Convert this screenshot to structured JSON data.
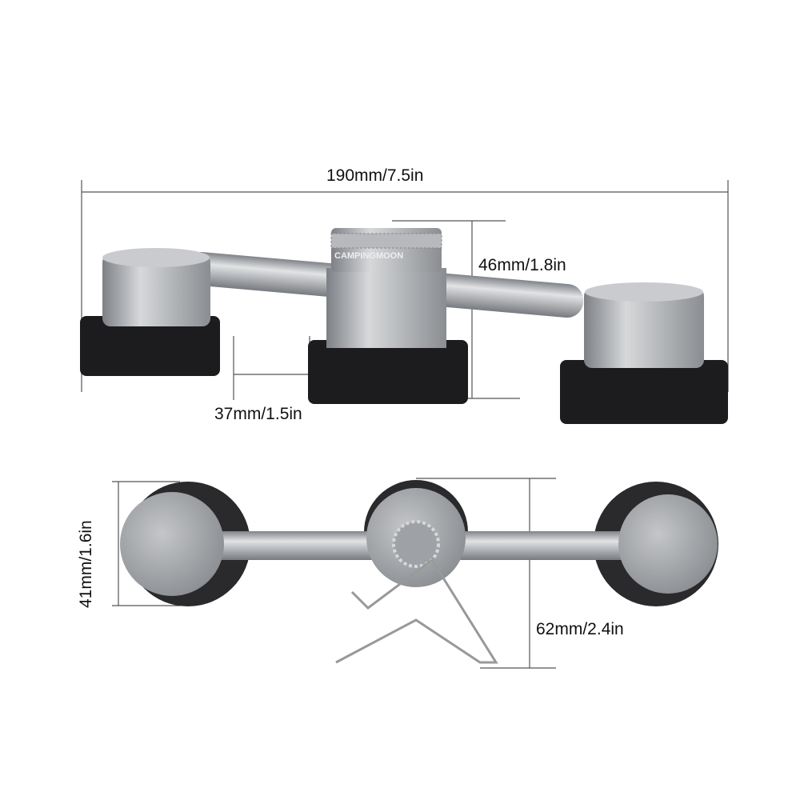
{
  "dimensions": {
    "overall_length": "190mm/7.5in",
    "center_height": "46mm/1.8in",
    "gap_width": "37mm/1.5in",
    "depth": "41mm/1.6in",
    "stand_height": "62mm/2.4in"
  },
  "product": {
    "brand_logo": "CAMPINGMOON",
    "colors": {
      "metal": "#a9acb0",
      "base": "#1c1c1e",
      "line": "#555555"
    }
  }
}
